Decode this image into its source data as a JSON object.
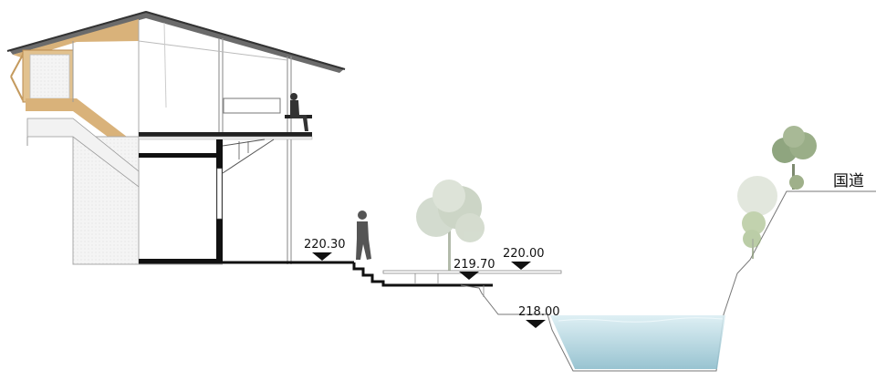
{
  "labels": {
    "road": "国道"
  },
  "elevations": [
    {
      "value": "220.30"
    },
    {
      "value": "219.70"
    },
    {
      "value": "220.00"
    },
    {
      "value": "218.00"
    }
  ],
  "colors": {
    "wood": "#d9b27a",
    "wood_dark": "#b98a4e",
    "roof": "#5a5a5a",
    "ground": "#111111",
    "water_top": "#cfe6ee",
    "water_bottom": "#8fc1d1",
    "tree": "#b9c7b0"
  }
}
